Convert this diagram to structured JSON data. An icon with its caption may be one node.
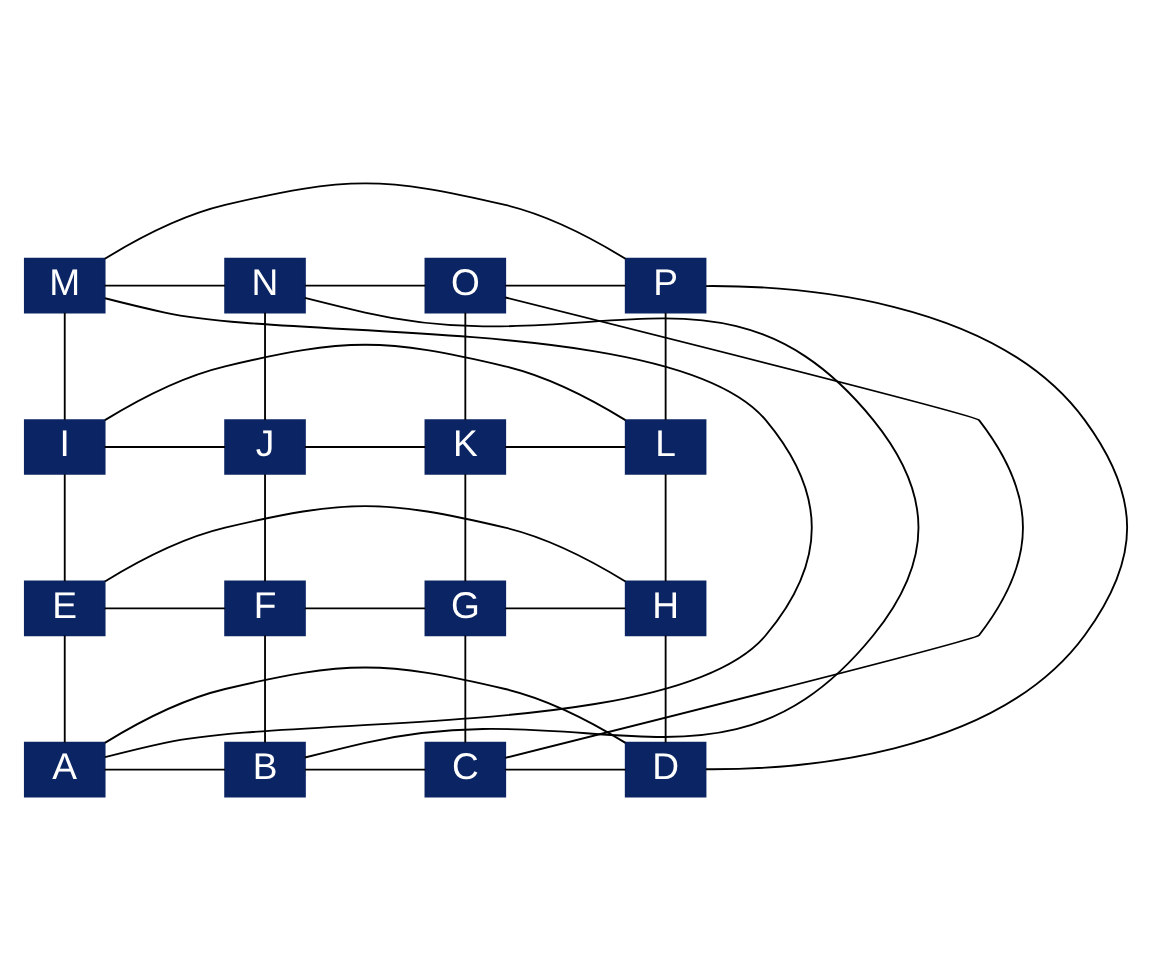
{
  "diagram": {
    "nodes": [
      {
        "text": [
          "M"
        ]
      },
      {
        "text": [
          "N"
        ]
      },
      {
        "text": [
          "O"
        ]
      },
      {
        "text": [
          "P"
        ]
      },
      {
        "text": [
          "I"
        ]
      },
      {
        "text": [
          "J"
        ]
      },
      {
        "text": [
          "K"
        ]
      },
      {
        "text": [
          "L"
        ]
      },
      {
        "text": [
          "E"
        ]
      },
      {
        "text": [
          "F"
        ]
      },
      {
        "text": [
          "G"
        ]
      },
      {
        "text": [
          "H"
        ]
      },
      {
        "text": [
          "A"
        ]
      },
      {
        "text": [
          "B"
        ]
      },
      {
        "text": [
          "C"
        ]
      },
      {
        "text": [
          "D"
        ]
      }
    ],
    "edges": [
      {
        "from": 0,
        "to": 1,
        "arrow": "none"
      },
      {
        "from": 1,
        "to": 2,
        "arrow": "none"
      },
      {
        "from": 2,
        "to": 3,
        "arrow": "none"
      },
      {
        "from": 4,
        "to": 5,
        "arrow": "none"
      },
      {
        "from": 5,
        "to": 6,
        "arrow": "none"
      },
      {
        "from": 6,
        "to": 7,
        "arrow": "none"
      },
      {
        "from": 8,
        "to": 9,
        "arrow": "none"
      },
      {
        "from": 9,
        "to": 10,
        "arrow": "none"
      },
      {
        "from": 10,
        "to": 11,
        "arrow": "none"
      },
      {
        "from": 12,
        "to": 13,
        "arrow": "none"
      },
      {
        "from": 13,
        "to": 14,
        "arrow": "none"
      },
      {
        "from": 14,
        "to": 15,
        "arrow": "none"
      },
      {
        "from": 0,
        "to": 4,
        "arrow": "none"
      },
      {
        "from": 4,
        "to": 8,
        "arrow": "none"
      },
      {
        "from": 8,
        "to": 12,
        "arrow": "none"
      },
      {
        "from": 1,
        "to": 5,
        "arrow": "none"
      },
      {
        "from": 5,
        "to": 9,
        "arrow": "none"
      },
      {
        "from": 9,
        "to": 13,
        "arrow": "none"
      },
      {
        "from": 2,
        "to": 6,
        "arrow": "none"
      },
      {
        "from": 6,
        "to": 10,
        "arrow": "none"
      },
      {
        "from": 10,
        "to": 14,
        "arrow": "none"
      },
      {
        "from": 3,
        "to": 7,
        "arrow": "none"
      },
      {
        "from": 7,
        "to": 11,
        "arrow": "none"
      },
      {
        "from": 11,
        "to": 15,
        "arrow": "none"
      },
      {
        "from": 0,
        "to": 3,
        "arrow": "none"
      },
      {
        "from": 4,
        "to": 7,
        "arrow": "none"
      },
      {
        "from": 8,
        "to": 11,
        "arrow": "none"
      },
      {
        "from": 12,
        "to": 15,
        "arrow": "none"
      },
      {
        "from": 0,
        "to": 12,
        "arrow": "none"
      },
      {
        "from": 1,
        "to": 13,
        "arrow": "none"
      },
      {
        "from": 2,
        "to": 14,
        "arrow": "none"
      },
      {
        "from": 3,
        "to": 15,
        "arrow": "none"
      }
    ]
  }
}
